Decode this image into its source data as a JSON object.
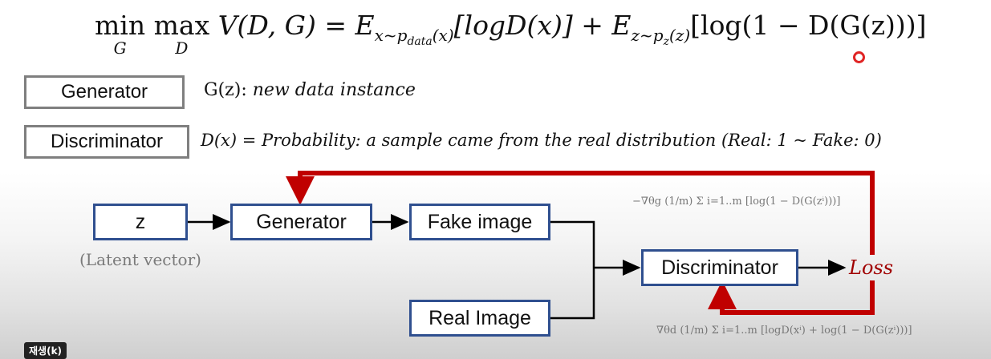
{
  "formula": {
    "min_op": "min",
    "min_sub": "G",
    "max_op": "max",
    "max_sub": "D",
    "lhs": "V(D, G) = ",
    "e1": "E",
    "e1_sub": "x~p",
    "e1_subsub": "data",
    "e1_sub_tail": "(x)",
    "t1": "[logD(x)] + ",
    "e2": "E",
    "e2_sub": "z~p",
    "e2_subsub": "z",
    "e2_sub_tail": "(z)",
    "t2": "[log(1 − D(G(z)))]"
  },
  "labels": {
    "generator_box": "Generator",
    "generator_def_prefix": "G(z): ",
    "generator_def": "new data instance",
    "discriminator_box": "Discriminator",
    "discriminator_def": "D(x) = Probability: a sample came from the real distribution (Real: 1 ~ Fake: 0)"
  },
  "diagram": {
    "z": "z",
    "latent": "(Latent vector)",
    "generator": "Generator",
    "fake": "Fake image",
    "real": "Real Image",
    "discriminator": "Discriminator",
    "loss": "Loss",
    "grad_g": "−∇θg (1/m) Σ i=1..m [log(1 − D(G(zⁱ)))]",
    "grad_d": "∇θd (1/m) Σ i=1..m [logD(xⁱ) + log(1 − D(G(zⁱ)))]"
  },
  "player": {
    "badge": "재생(k)"
  },
  "colors": {
    "node_border": "#2f4f8f",
    "loss_arrow": "#c00000",
    "label_border": "#7f7f7f"
  }
}
